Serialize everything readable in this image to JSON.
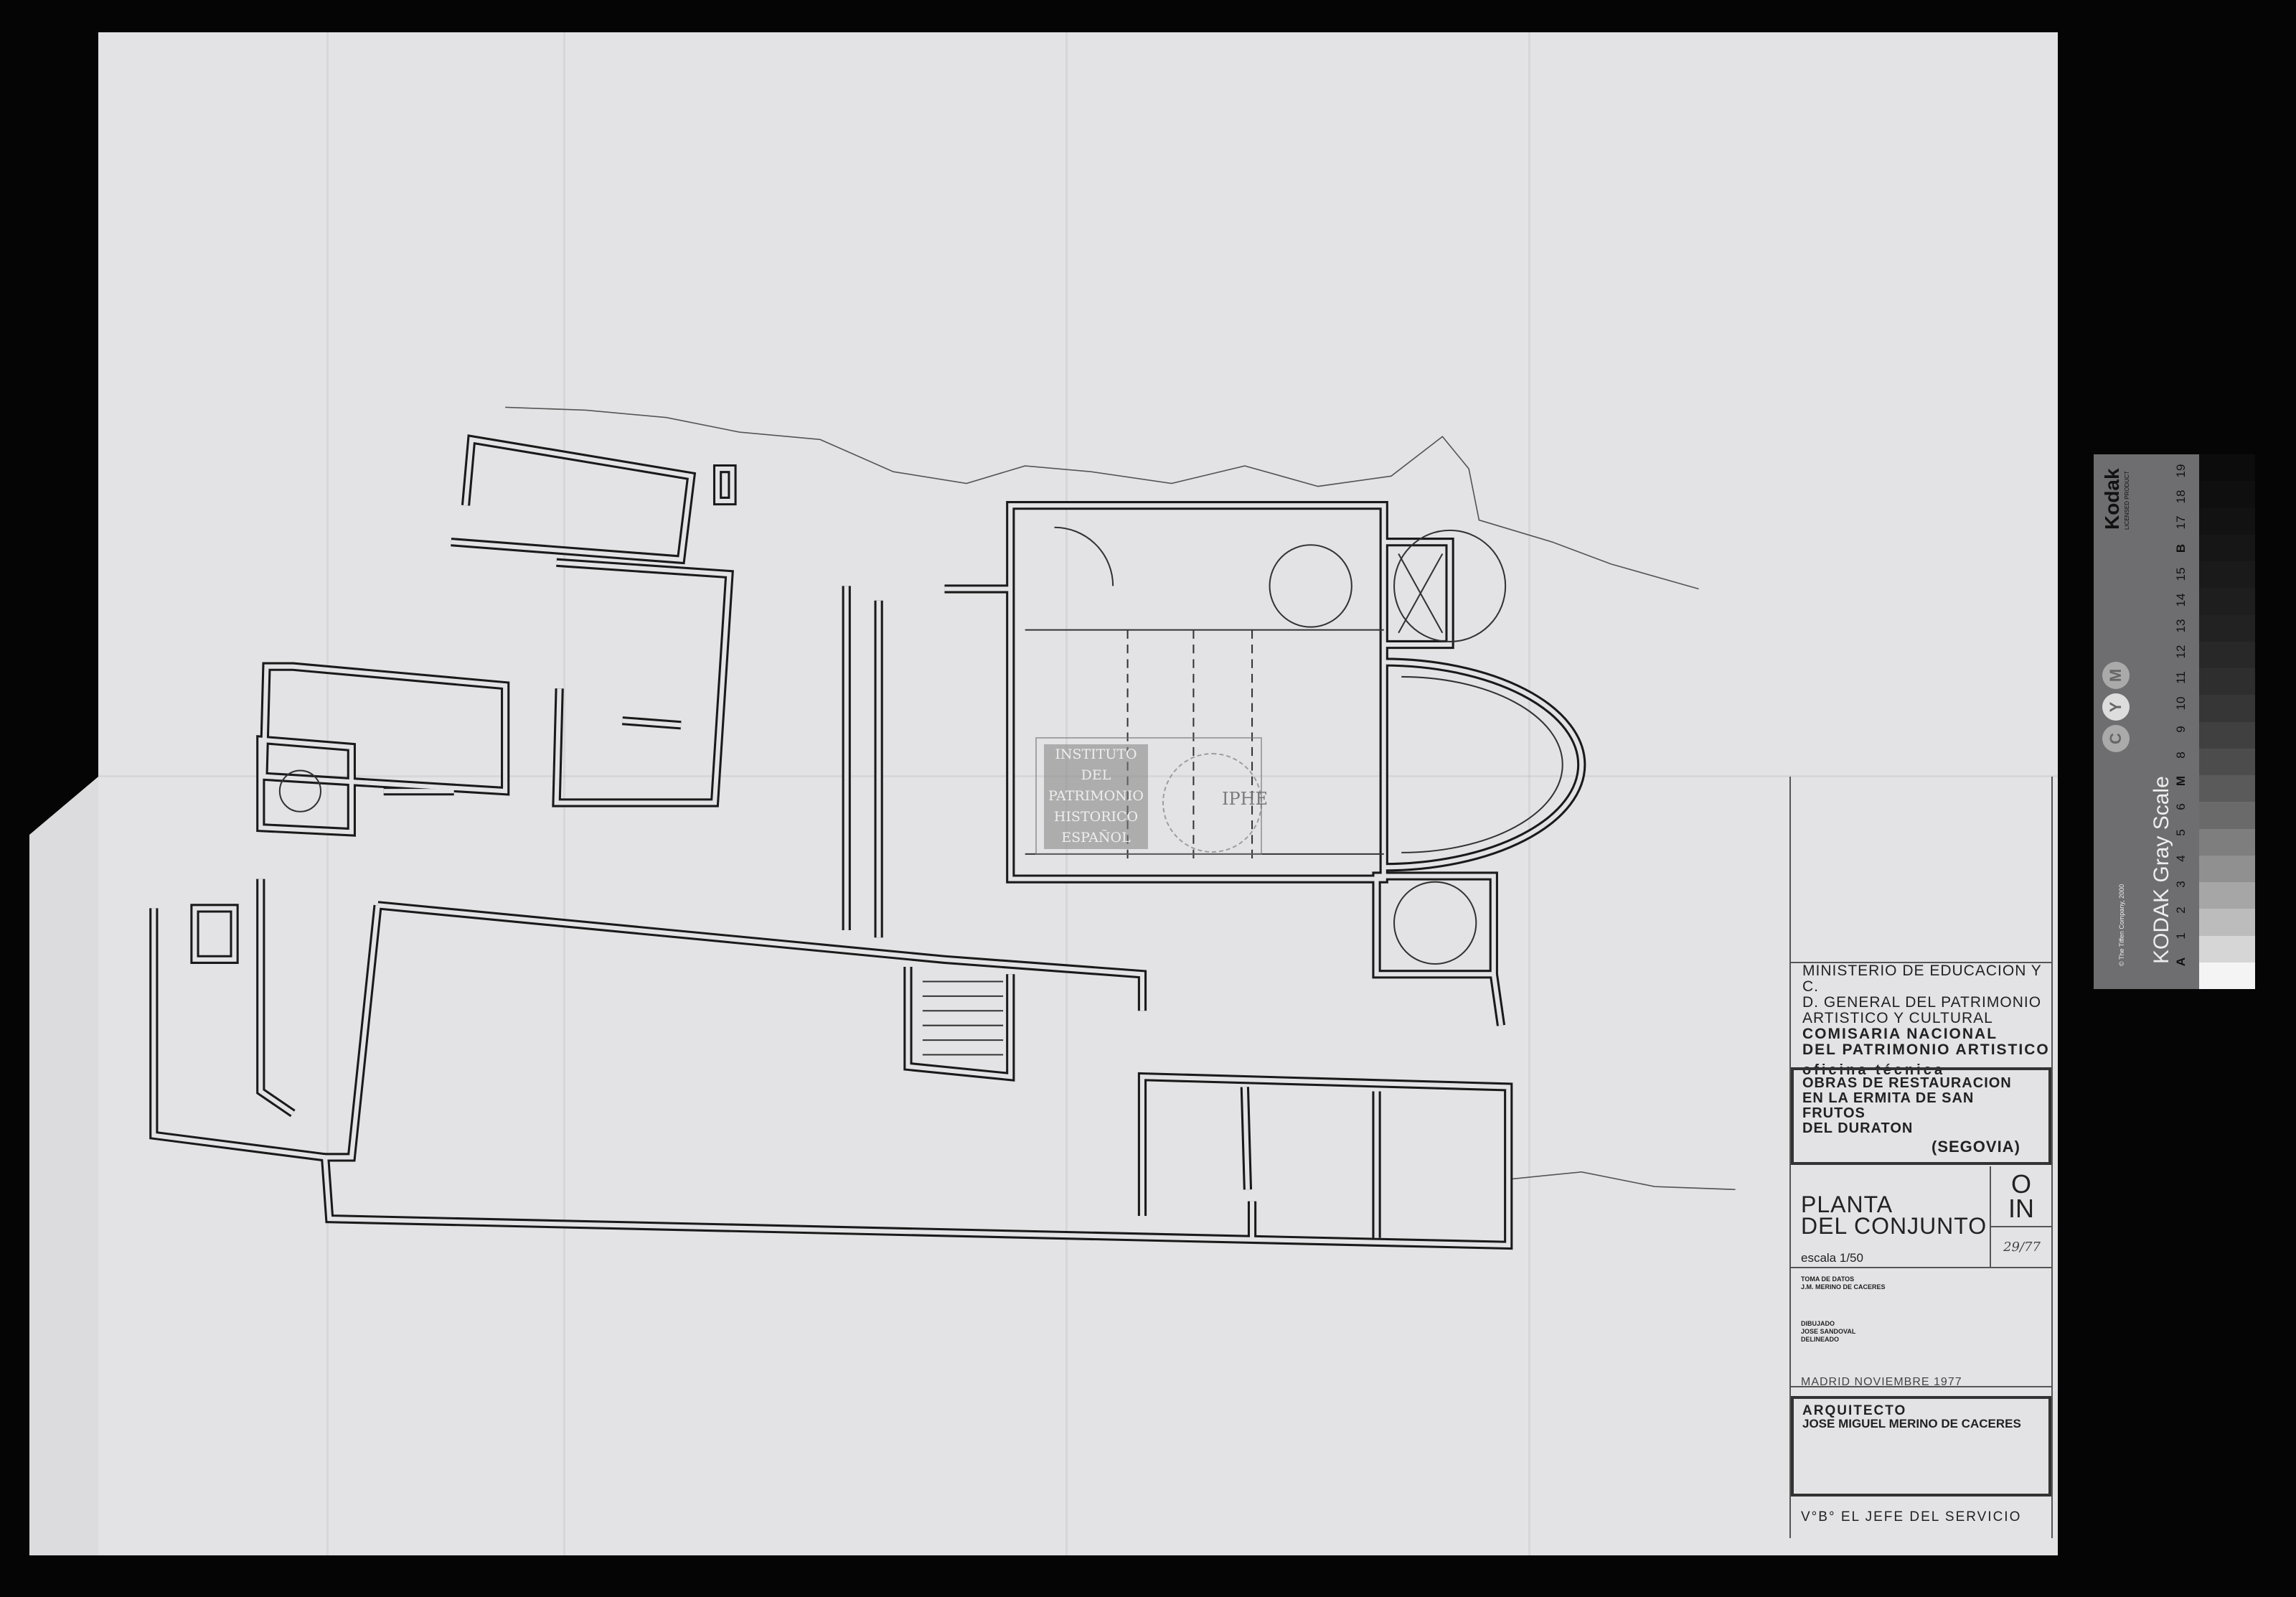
{
  "title_block": {
    "ministry": [
      "MINISTERIO DE EDUCACION Y C.",
      "D. GENERAL DEL PATRIMONIO",
      "ARTISTICO  Y  CULTURAL"
    ],
    "comisaria": [
      "COMISARIA  NACIONAL",
      "DEL PATRIMONIO ARTISTICO"
    ],
    "office": "oficina técnica",
    "project": [
      "OBRAS DE RESTAURACION",
      "EN LA ERMITA DE SAN FRUTOS",
      "DEL DURATON"
    ],
    "province": "(SEGOVIA)",
    "sheet_title": [
      "PLANTA",
      "DEL CONJUNTO"
    ],
    "scale": "escala 1/50",
    "sheet_number": [
      "O",
      "IN"
    ],
    "registry": "29/77",
    "data_taken_label": "TOMA DE DATOS",
    "data_taken_by": "J.M. MERINO DE CACERES",
    "drawn_label": "DIBUJADO",
    "drawn_by": "JOSE SANDOVAL",
    "delineated_label": "DELINEADO",
    "place_date": "MADRID NOVIEMBRE 1977",
    "architect_label": "ARQUITECTO",
    "architect_name": "JOSE MIGUEL MERINO DE CACERES",
    "approval": "V°B° EL JEFE DEL SERVICIO"
  },
  "watermark": {
    "lines": [
      "INSTITUTO",
      "DEL",
      "PATRIMONIO",
      "HISTORICO",
      "ESPAÑOL"
    ],
    "acronym": "IPHE"
  },
  "gray_scale": {
    "title": "KODAK Gray Scale",
    "copyright": "© The Tiffen Company, 2000",
    "brand": "Kodak",
    "licensed": "LICENSED PRODUCT",
    "cym": [
      "C",
      "Y",
      "M"
    ],
    "steps": [
      "A",
      "1",
      "2",
      "3",
      "4",
      "5",
      "6",
      "M",
      "8",
      "9",
      "10",
      "11",
      "12",
      "13",
      "14",
      "15",
      "B",
      "17",
      "18",
      "19"
    ],
    "patch_colors": [
      "#f4f4f4",
      "#d6d6d6",
      "#bcbcbc",
      "#a6a6a6",
      "#909090",
      "#7e7e7e",
      "#6a6a6a",
      "#5a5a5a",
      "#4c4c4c",
      "#404040",
      "#363636",
      "#2e2e2e",
      "#282828",
      "#222222",
      "#1e1e1e",
      "#1a1a1a",
      "#161616",
      "#121212",
      "#0f0f0f",
      "#0c0c0c"
    ]
  }
}
